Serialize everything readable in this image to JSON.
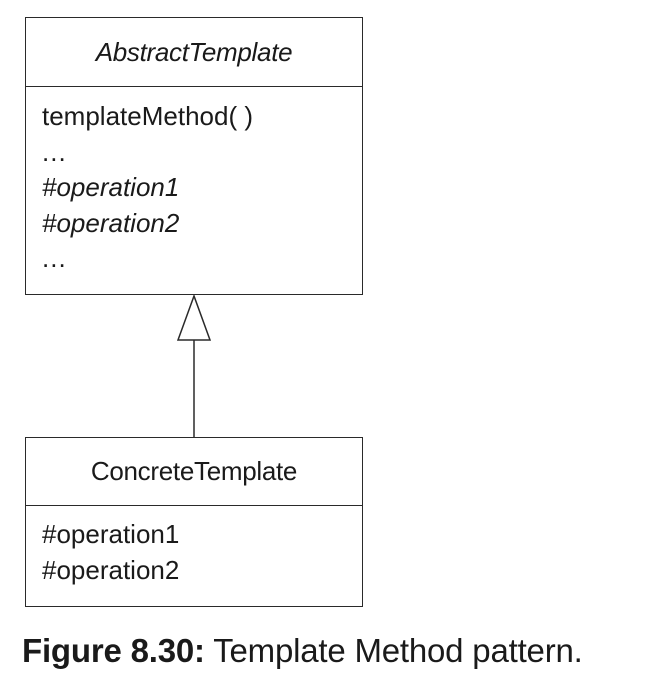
{
  "abstract_class": {
    "name": "AbstractTemplate",
    "members": [
      {
        "text": "templateMethod( )",
        "italic": false
      },
      {
        "text": "...",
        "italic": false
      },
      {
        "text": "#operation1",
        "italic": true
      },
      {
        "text": "#operation2",
        "italic": true
      },
      {
        "text": "...",
        "italic": false
      }
    ]
  },
  "concrete_class": {
    "name": "ConcreteTemplate",
    "members": [
      {
        "text": "#operation1",
        "italic": false
      },
      {
        "text": "#operation2",
        "italic": false
      }
    ]
  },
  "relationship": {
    "type": "generalization",
    "from": "ConcreteTemplate",
    "to": "AbstractTemplate"
  },
  "caption": {
    "label": "Figure 8.30:",
    "text": " Template Method pattern."
  }
}
